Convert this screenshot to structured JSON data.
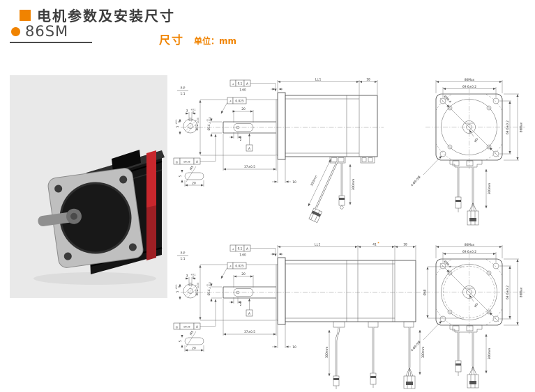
{
  "header": {
    "title": "电机参数及安装尺寸",
    "series": "86SM",
    "size_label": "尺寸",
    "unit_label": "单位：mm"
  },
  "photo": {
    "background": "#e9e9e9",
    "body_color": "#161616",
    "stripe_color": "#c8272d"
  },
  "colors": {
    "accent": "#f08300",
    "line": "#4a4a4a"
  },
  "drawing": {
    "section_label": "P-P",
    "section_scale": "1:1",
    "gdt": {
      "perp_sym": "⊥",
      "perp_tol": "0.1",
      "perp_datum": "A",
      "face_dim": "1.60",
      "runout_sym": "↗",
      "runout_tol": "0.025",
      "conc_sym": "◎",
      "conc_tol": "Ø0.05",
      "conc_datum": "A",
      "datum": "A"
    },
    "dims": {
      "key_sec_w": "3",
      "key_sec_w_tol_u": "+0.1",
      "key_sec_w_tol_l": "0",
      "key_sec_h": "5",
      "key_sec_h_tol_u": "+0.1",
      "key_sec_h_tol_l": "0",
      "pilot_dia": "Ø73",
      "pilot_tol_u": "0",
      "pilot_tol_l": "-0.05",
      "shaft_dia": "Ø14",
      "shaft_tol_u": "-0",
      "shaft_tol_l": "-0.012",
      "keyway_len": "20",
      "keyway_offset": "2",
      "key_plan_w": "5",
      "key_plan_len": "20",
      "shaft_tap": "M5",
      "shaft_len": "37±0.5",
      "pilot_depth": "10",
      "body_len": "L±1",
      "rear_len": "18",
      "brake_len": "41",
      "brake_note": "*",
      "cable_len": "300mm",
      "frame_size": "86Max",
      "hole_pitch": "69.6±0.2",
      "diag_dia": "Ø98.4",
      "mount_holes": "4-Ø6.5穿",
      "brake_dia": "Ø68"
    }
  }
}
